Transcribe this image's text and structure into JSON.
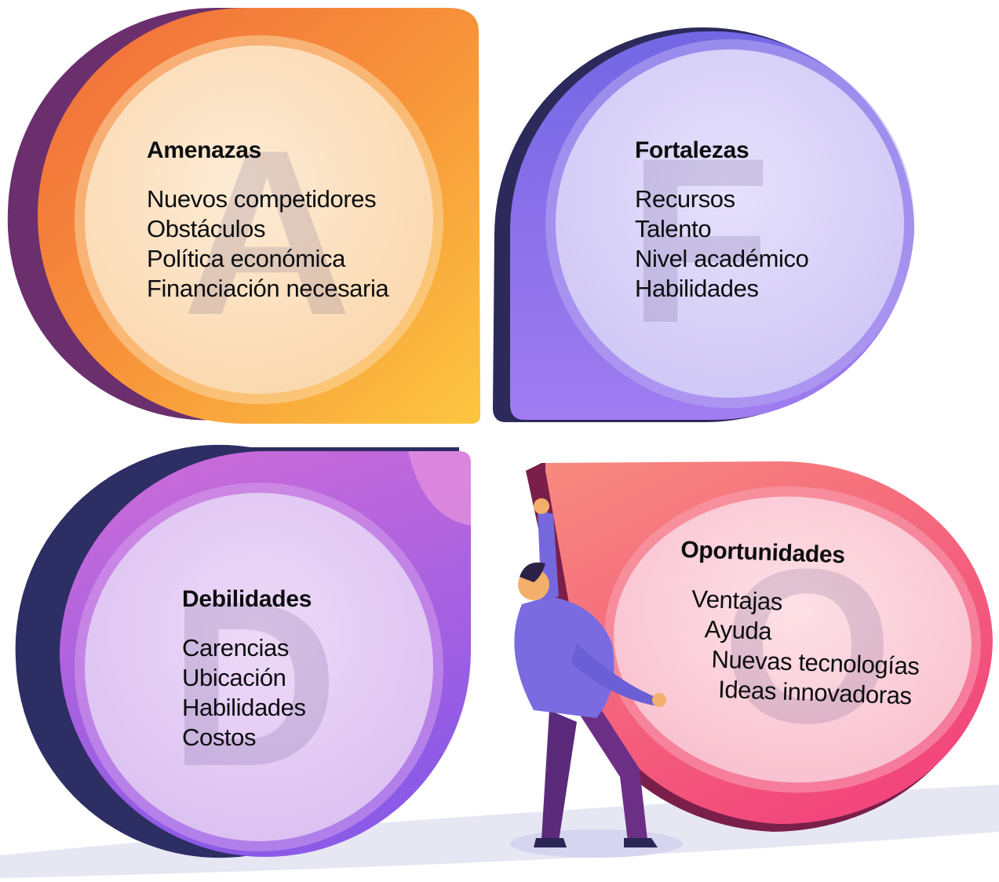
{
  "colors": {
    "amenazas": "#f7a13a",
    "fortalezas": "#8a6ee8",
    "debilidades": "#b464e0",
    "oportunidades": "#f4648c",
    "shadow": "#3a2f6e"
  },
  "quadrants": {
    "amenazas": {
      "letter": "A",
      "title": "Amenazas",
      "items": [
        "Nuevos competidores",
        "Obstáculos",
        "Política económica",
        "Financiación necesaria"
      ]
    },
    "fortalezas": {
      "letter": "F",
      "title": "Fortalezas",
      "items": [
        "Recursos",
        "Talento",
        "Nivel académico",
        "Habilidades"
      ]
    },
    "debilidades": {
      "letter": "D",
      "title": "Debilidades",
      "items": [
        "Carencias",
        "Ubicación",
        "Habilidades",
        "Costos"
      ]
    },
    "oportunidades": {
      "letter": "O",
      "title": "Oportunidades",
      "items": [
        "Ventajas",
        "Ayuda",
        "Nuevas tecnologías",
        "Ideas innovadoras"
      ]
    }
  }
}
